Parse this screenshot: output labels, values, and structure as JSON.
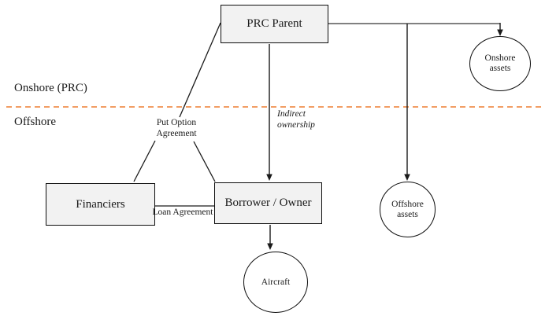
{
  "regions": {
    "onshore_label": "Onshore (PRC)",
    "offshore_label": "Offshore"
  },
  "nodes": {
    "prc_parent": {
      "label": "PRC Parent",
      "shape": "box"
    },
    "financiers": {
      "label": "Financiers",
      "shape": "box"
    },
    "borrower_owner": {
      "label": "Borrower / Owner",
      "shape": "box"
    },
    "onshore_assets": {
      "label": "Onshore assets",
      "shape": "circle"
    },
    "offshore_assets": {
      "label": "Offshore assets",
      "shape": "circle"
    },
    "aircraft": {
      "label": "Aircraft",
      "shape": "circle"
    }
  },
  "edges": {
    "put_option": {
      "label": "Put Option Agreement",
      "from": "PRC Parent / Financiers",
      "to": "Borrower / Owner"
    },
    "loan": {
      "label": "Loan Agreement",
      "from": "Financiers",
      "to": "Borrower / Owner"
    },
    "indirect_ownership": {
      "label": "Indirect ownership",
      "from": "PRC Parent",
      "to": "Borrower / Owner"
    },
    "parent_to_onshore_assets": {
      "label": "",
      "from": "PRC Parent",
      "to": "Onshore assets"
    },
    "parent_to_offshore_assets": {
      "label": "",
      "from": "PRC Parent",
      "to": "Offshore assets"
    },
    "borrower_to_aircraft": {
      "label": "",
      "from": "Borrower / Owner",
      "to": "Aircraft"
    }
  },
  "colors": {
    "divider": "#ED7D31",
    "connector_gray": "#808080",
    "line": "#1A1A1A",
    "node_fill": "#F2F2F2",
    "node_border": "#0D0D0D",
    "background": "#FFFFFF"
  }
}
